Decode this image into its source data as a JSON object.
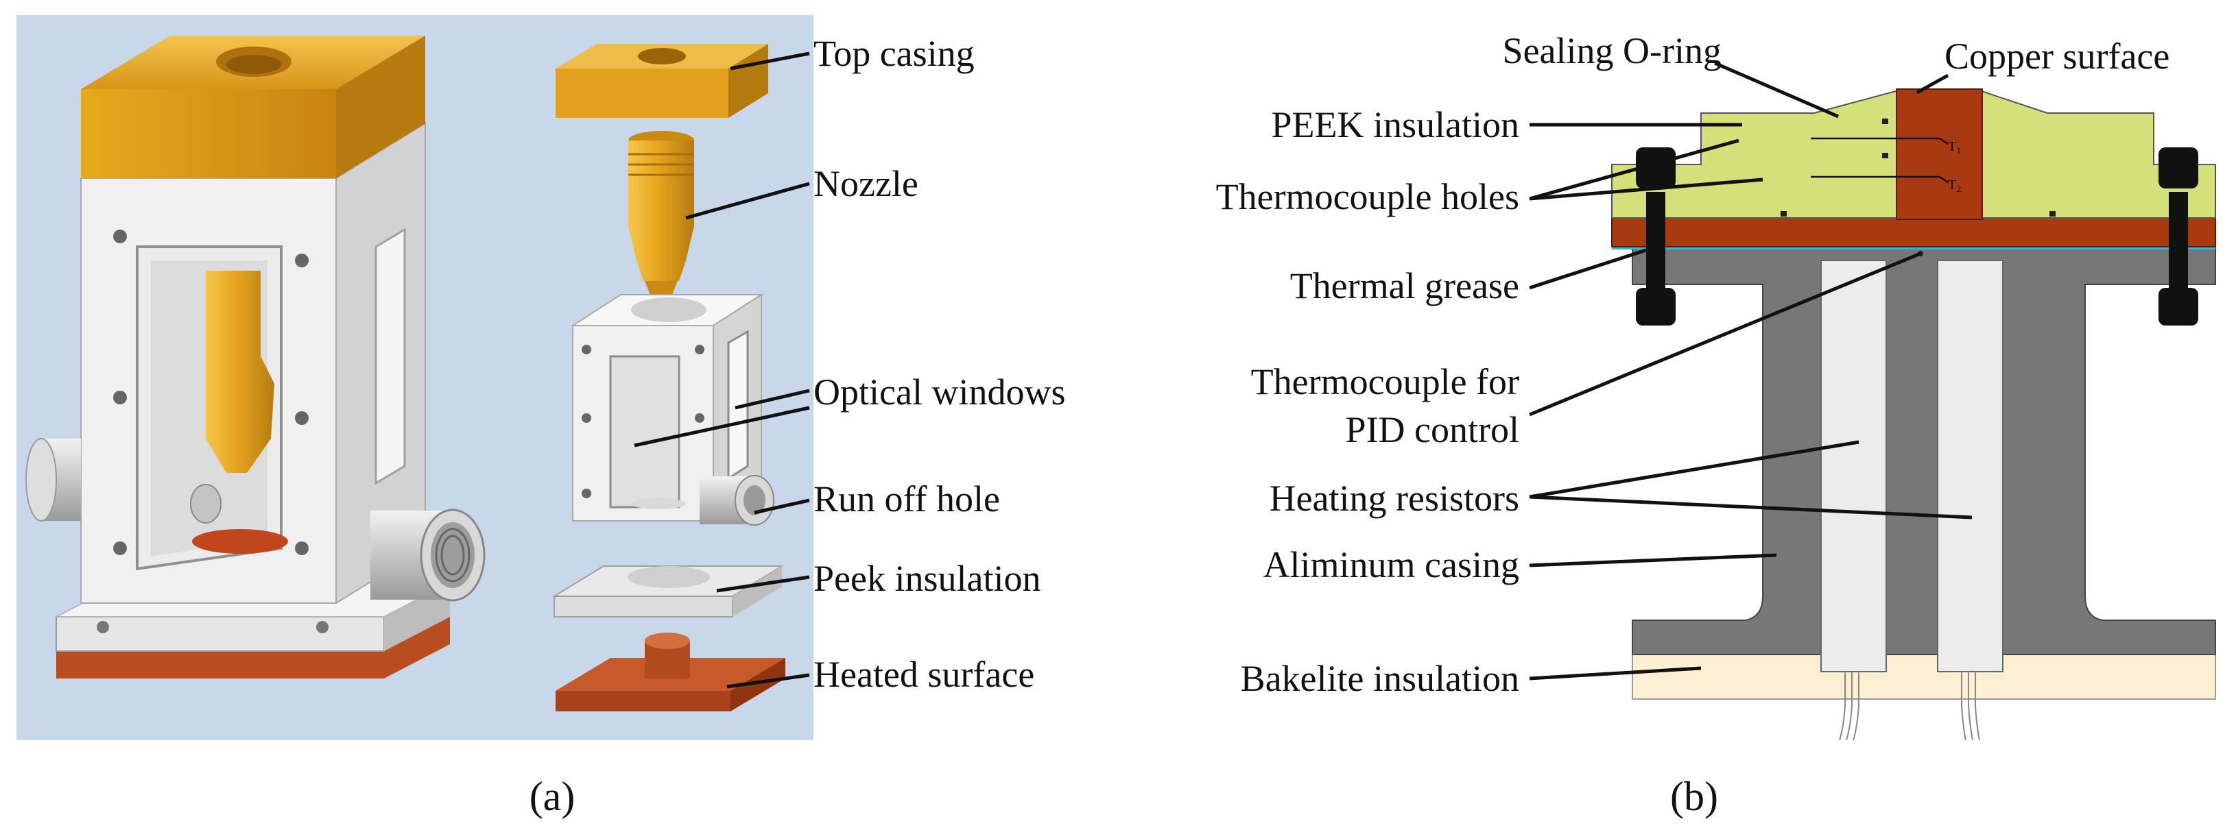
{
  "panel_a": {
    "caption": "(a)",
    "labels": {
      "top_casing": "Top casing",
      "nozzle": "Nozzle",
      "optical_windows": "Optical windows",
      "run_off_hole": "Run off hole",
      "peek_insulation": "Peek insulation",
      "heated_surface": "Heated surface"
    }
  },
  "panel_b": {
    "caption": "(b)",
    "labels": {
      "sealing_o_ring": "Sealing O-ring",
      "copper_surface": "Copper surface",
      "peek_insulation": "PEEK insulation",
      "thermocouple_holes": "Thermocouple holes",
      "thermal_grease": "Thermal grease",
      "thermocouple_pid_line1": "Thermocouple for",
      "thermocouple_pid_line2": "PID control",
      "heating_resistors": "Heating resistors",
      "aluminum_casing": "Aliminum casing",
      "bakelite_insulation": "Bakelite insulation",
      "t1": "T",
      "t1_sub": "1",
      "t2": "T",
      "t2_sub": "2"
    }
  },
  "colors": {
    "render_background": "#c8d8ea",
    "gold": "#e0a020",
    "copper": "#a83a12",
    "peek": "#d4e07a",
    "aluminum": "#777777",
    "bakelite": "#fdf0d2",
    "resistor": "#ececec",
    "thermal_grease": "#25b8e0"
  }
}
